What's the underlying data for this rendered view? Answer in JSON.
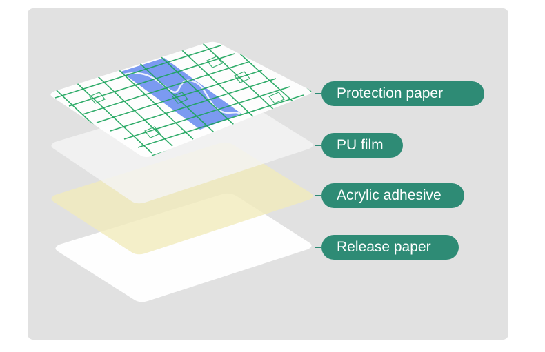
{
  "diagram": {
    "layers": [
      {
        "id": "protection",
        "label": "Protection paper",
        "color": "#2e8b75"
      },
      {
        "id": "pu",
        "label": "PU film",
        "color": "#2e8b75"
      },
      {
        "id": "adhesive",
        "label": "Acrylic adhesive",
        "color": "#2e8b75"
      },
      {
        "id": "release",
        "label": "Release paper",
        "color": "#2e8b75"
      }
    ],
    "colors": {
      "panel_background": "#e1e1e1",
      "grid_lines": "#1aa35a",
      "blue_strip": "#6d8ff0",
      "adhesive_fill": "#f1ebbb",
      "film_fill": "#f3f3f3",
      "release_fill": "#ffffff"
    }
  }
}
